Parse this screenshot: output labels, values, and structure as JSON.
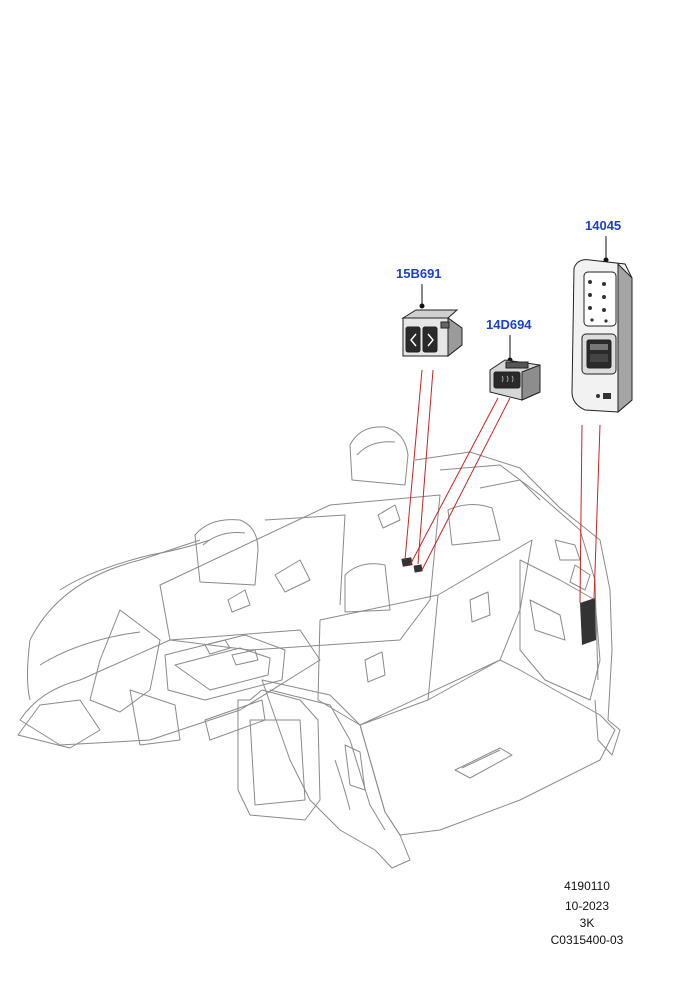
{
  "part_labels": {
    "p14045": "14045",
    "p15B691": "15B691",
    "p14D694": "14D694"
  },
  "footer": {
    "diagram_no": "4190110",
    "date": "10-2023",
    "code": "3K",
    "ref": "C0315400-03"
  },
  "colors": {
    "label": "#1a3fd6",
    "leader_line": "#d02020",
    "outline": "#8a8a8a",
    "part_dark": "#333333"
  }
}
